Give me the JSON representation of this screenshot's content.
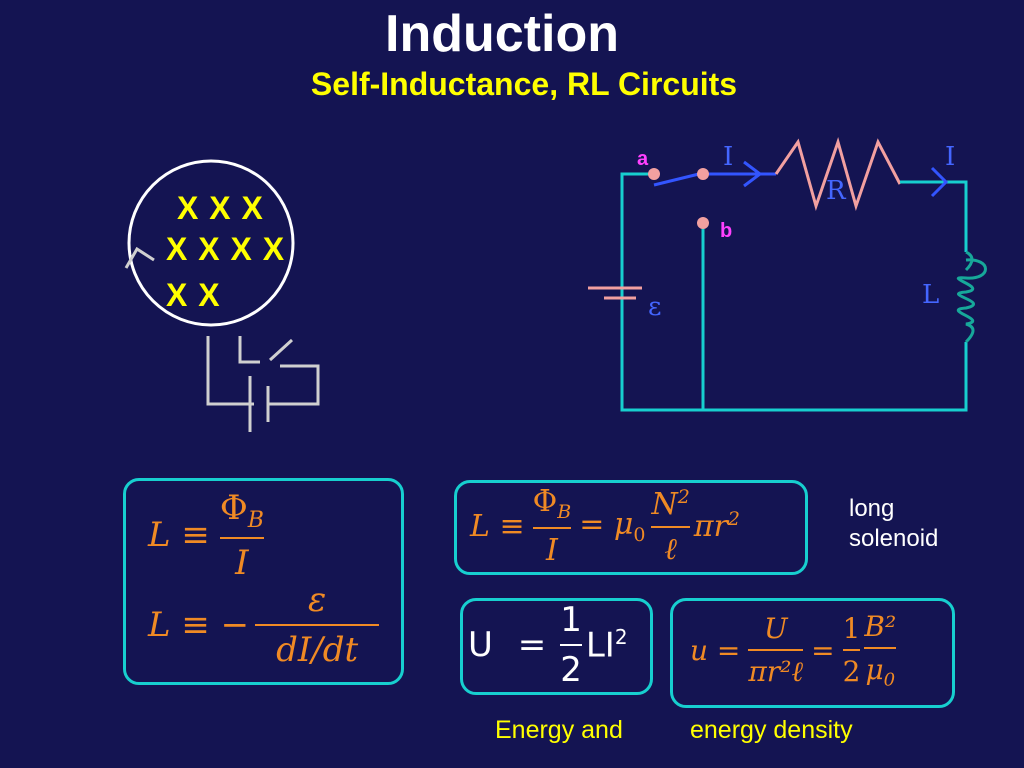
{
  "slide": {
    "title": "Induction",
    "subtitle": "Self-Inductance, RL Circuits"
  },
  "field_loop": {
    "row1": "X X X",
    "row2": "X X X X",
    "row3": "X X"
  },
  "circuit": {
    "label_a": "a",
    "label_b": "b",
    "label_I_left": "I",
    "label_I_right": "I",
    "label_R": "R",
    "label_L": "L",
    "label_emf": "ε"
  },
  "equations": {
    "def_L_lhs": "L ≡",
    "def_L_num": "Φ",
    "def_L_num_sub": "B",
    "def_L_den": "I",
    "emf_L_lhs": "L ≡ −",
    "emf_L_num": "ε",
    "emf_L_den": "dI/dt",
    "sol_lhs": "L ≡",
    "sol_num1": "Φ",
    "sol_num1_sub": "B",
    "sol_den1": "I",
    "sol_eq": "= μ",
    "sol_eq_sub": "0",
    "sol_num2": "N",
    "sol_num2_sup": "2",
    "sol_den2": "ℓ",
    "sol_tail": "πr",
    "sol_tail_sup": "2",
    "solenoid_note_1": "long",
    "solenoid_note_2": "solenoid",
    "energy_lhs": "U =",
    "energy_num": "1",
    "energy_den": "2",
    "energy_rhs": "LI",
    "energy_rhs_sup": "2",
    "density_lhs": "u =",
    "density_num1": "U",
    "density_den1": "πr²ℓ",
    "density_eq": "=",
    "density_num2": "1",
    "density_den2": "2",
    "density_num3": "B²",
    "density_den3": "μ",
    "density_den3_sub": "0"
  },
  "captions": {
    "energy": "Energy and",
    "density": "energy density"
  }
}
